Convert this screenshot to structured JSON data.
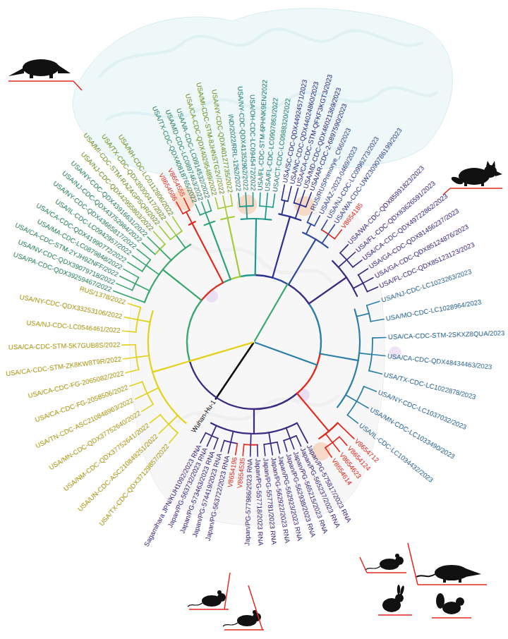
{
  "diagram": {
    "labels": [
      "RUS/1378/2022",
      "USA/NY-CDC-QDX33253106/2022",
      "USA/NJ-CDC-LC0546461/2022",
      "USA/CA-CDC-STM-5K7GUB8S/2022",
      "USA/CA-CDC-STM-ZK8KW8T9R/2022",
      "USA/CA-CDC-FG-2065082/2022",
      "USA/CA-CDC-FG-2058506/2022",
      "USA/TN-CDC-ASC210848963/2022",
      "USA/MN-CDC-QDX37752640/2022",
      "USA/NM-CDC-QDX37752641/2022",
      "USA/UN-CDC-ASC210849251/2022",
      "USA/TX-CDC-QDX37129857/2022",
      "Wuhan-Hu-1",
      "Sagamihara JPN/KUH1092/2023 RNA",
      "Japan/PG-563732/2023 RNA",
      "Japan/PG-573463/2023 RNA",
      "Japan/PG-574419/2023 RNA",
      "Japan/PG-563722/2023 RNA",
      "V8654196",
      "V8654535",
      "Japan/PG-577986/2023 RNA",
      "Japan/PG-557718/2023 RNA",
      "Japan/PG-557781/2023 RNA",
      "Japan/PG-562922/2023 RNA",
      "Japan/PG-562923/2023 RNA",
      "Japan/PG-562938/2023 RNA",
      "Japan/PG-565215/2023 RNA",
      "Japan/PG-565237/2023 RNA",
      "Japan/PG-575817/2023 RNA",
      "V8654614",
      "V8654623",
      "V8654124",
      "V8654712",
      "USA/IL-CDC-LC1034432/2023",
      "USA/MN-CDC-LC1033490/2023",
      "USA/NY-CDC-LC1037032/2023",
      "USA/TX-CDC-LC1022878/2023",
      "USA/CA-CDC-QDX48434463/2023",
      "USA/CA-CDC-STM-2SKXZ8QUA/2023",
      "USA/MO-CDC-LC1028964/2023",
      "USA/NJ-CDC-LC1023263/2023",
      "USA/FL-CDC-QDX85123123/2023",
      "USA/GA-CDC-QDX85124876/2023",
      "USA/GA-CDC-QDX81456237/2023",
      "USA/CA-CDC-QDX49722862/2023",
      "USA/FL-CDC-QDX83626591/2023",
      "USA/WA-CDC-QDX85991823/2023",
      "V8654185",
      "USA/WA-CDC-UW23090786199/2023",
      "USA/NJ-CDC-LC0996273/2023",
      "USA/AZ-2023-0469/2023",
      "RUS/RUSPrimorye_C66/2023",
      "USA/AR-CDC-2-6897590/2023",
      "USA/MD-CDC-QDX46021369/2023",
      "USA/CA-CDC-STM-QFKF3KGT3/2023",
      "USA/NC-CDC-QDX44024860/2023",
      "USA/SC-CDC-QDX44924571/2023",
      "USA/CT-CDC-LC0988320/2022",
      "USA/FL-CDC-LC0907863/2022",
      "USA/FL-CDC-STM-6PHNK9EN/2022",
      "USA/OH-CDC-LC0945472/2022",
      "USA/NY-CDC-QDX41352962/2022",
      "IND/2022/RRL-1262/2022",
      "USA/NY-CDC-QDX40127735/2022",
      "USA/MI-CDC-STM-8JHNSTG2V/2022",
      "USA/CA-CDC-QDX40295489/2022",
      "USA/VA-CDC-LC0914532/2022",
      "USA/MD-CDC-LC0897463/2022",
      "USA/TX-CDC-QDX40818765/2022",
      "V8654555",
      "V8654586",
      "USA/NH-CDC-LC0112806/2022",
      "USA/TX-CDC-QDX39300417/2022",
      "USA/MI-CDC-STM-RAZ4GPSQR/2022",
      "USA/NJ-CDC-QDX42955803/2022",
      "USA/NY-CDC-QDX43916631/2022",
      "USA/NJ-CDC-QDX43752984/2022",
      "USA/NY-CDC-QDX43665817/2022",
      "USA/IL-CDC-LC0942957/2022",
      "USA/CA-CDC-QDX41990772/2022",
      "USA/MA-CDC-LC0879848/2022",
      "USA/CA-CDC-STM-2YJH9ZNFF/2022",
      "USA/NV-CDC-QDX39079718/2022",
      "USA/PA-CDC-QDX39259467/2022"
    ]
  }
}
